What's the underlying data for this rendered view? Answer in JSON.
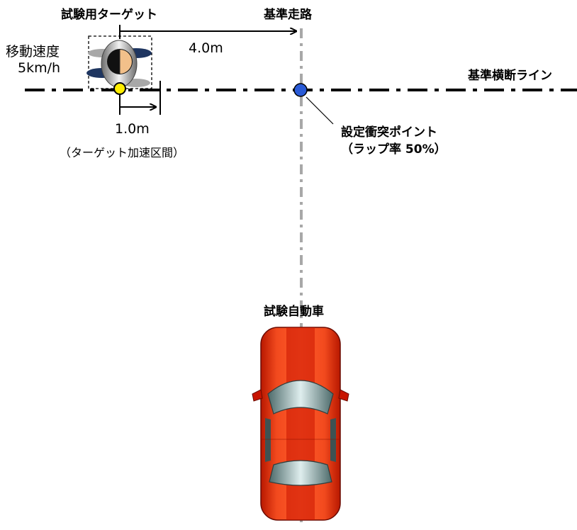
{
  "labels": {
    "target": "試験用ターゲット",
    "reference_path": "基準走路",
    "speed_title": "移動速度",
    "speed_value": "5km/h",
    "distance": "4.0m",
    "crossing_line": "基準横断ライン",
    "impact_point": "設定衝突ポイント",
    "overlap": "（ラップ率 50%）",
    "accel_distance": "1.0m",
    "accel_zone": "（ターゲット加速区間）",
    "vehicle": "試験自動車"
  },
  "colors": {
    "impact_point": "#2a5bd7",
    "target_start_point": "#ffee00",
    "vehicle_body": "#e8320e",
    "vehicle_roof_stripe": "#c41000",
    "reference_path_line": "#a8a8a8",
    "crossing_line": "#000000"
  },
  "icons": {
    "pedestrian_target": "pedestrian-dummy-icon",
    "vehicle": "car-top-view-icon"
  }
}
